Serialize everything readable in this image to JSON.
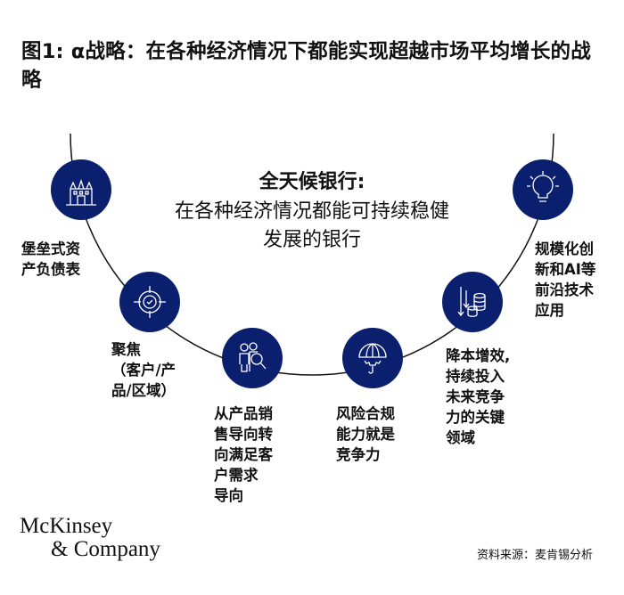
{
  "title": "图1: α战略：在各种经济情况下都能实现超越市场平均增长的战略",
  "center": {
    "heading": "全天候银行:",
    "subtitle": "在各种经济情况都能可持续稳健发展的银行"
  },
  "nodes": [
    {
      "icon": "castle-icon",
      "label": "堡垒式资\n产负债表"
    },
    {
      "icon": "target-icon",
      "label": "聚焦\n（客户/产\n品/区域）"
    },
    {
      "icon": "customer-search-icon",
      "label": "从产品销\n售导向转\n向满足客\n户需求\n导向"
    },
    {
      "icon": "umbrella-gear-icon",
      "label": "风险合规\n能力就是\n竞争力"
    },
    {
      "icon": "coins-down-icon",
      "label": "降本增效,\n持续投入\n未来竞争\n力的关键\n领域"
    },
    {
      "icon": "lightbulb-icon",
      "label": "规模化创\n新和AI等\n前沿技术\n应用"
    }
  ],
  "logo": {
    "line1": "McKinsey",
    "line2": "& Company"
  },
  "source": "资料来源：麦肯锡分析",
  "colors": {
    "node": "#0a1f6e",
    "text": "#111111"
  }
}
